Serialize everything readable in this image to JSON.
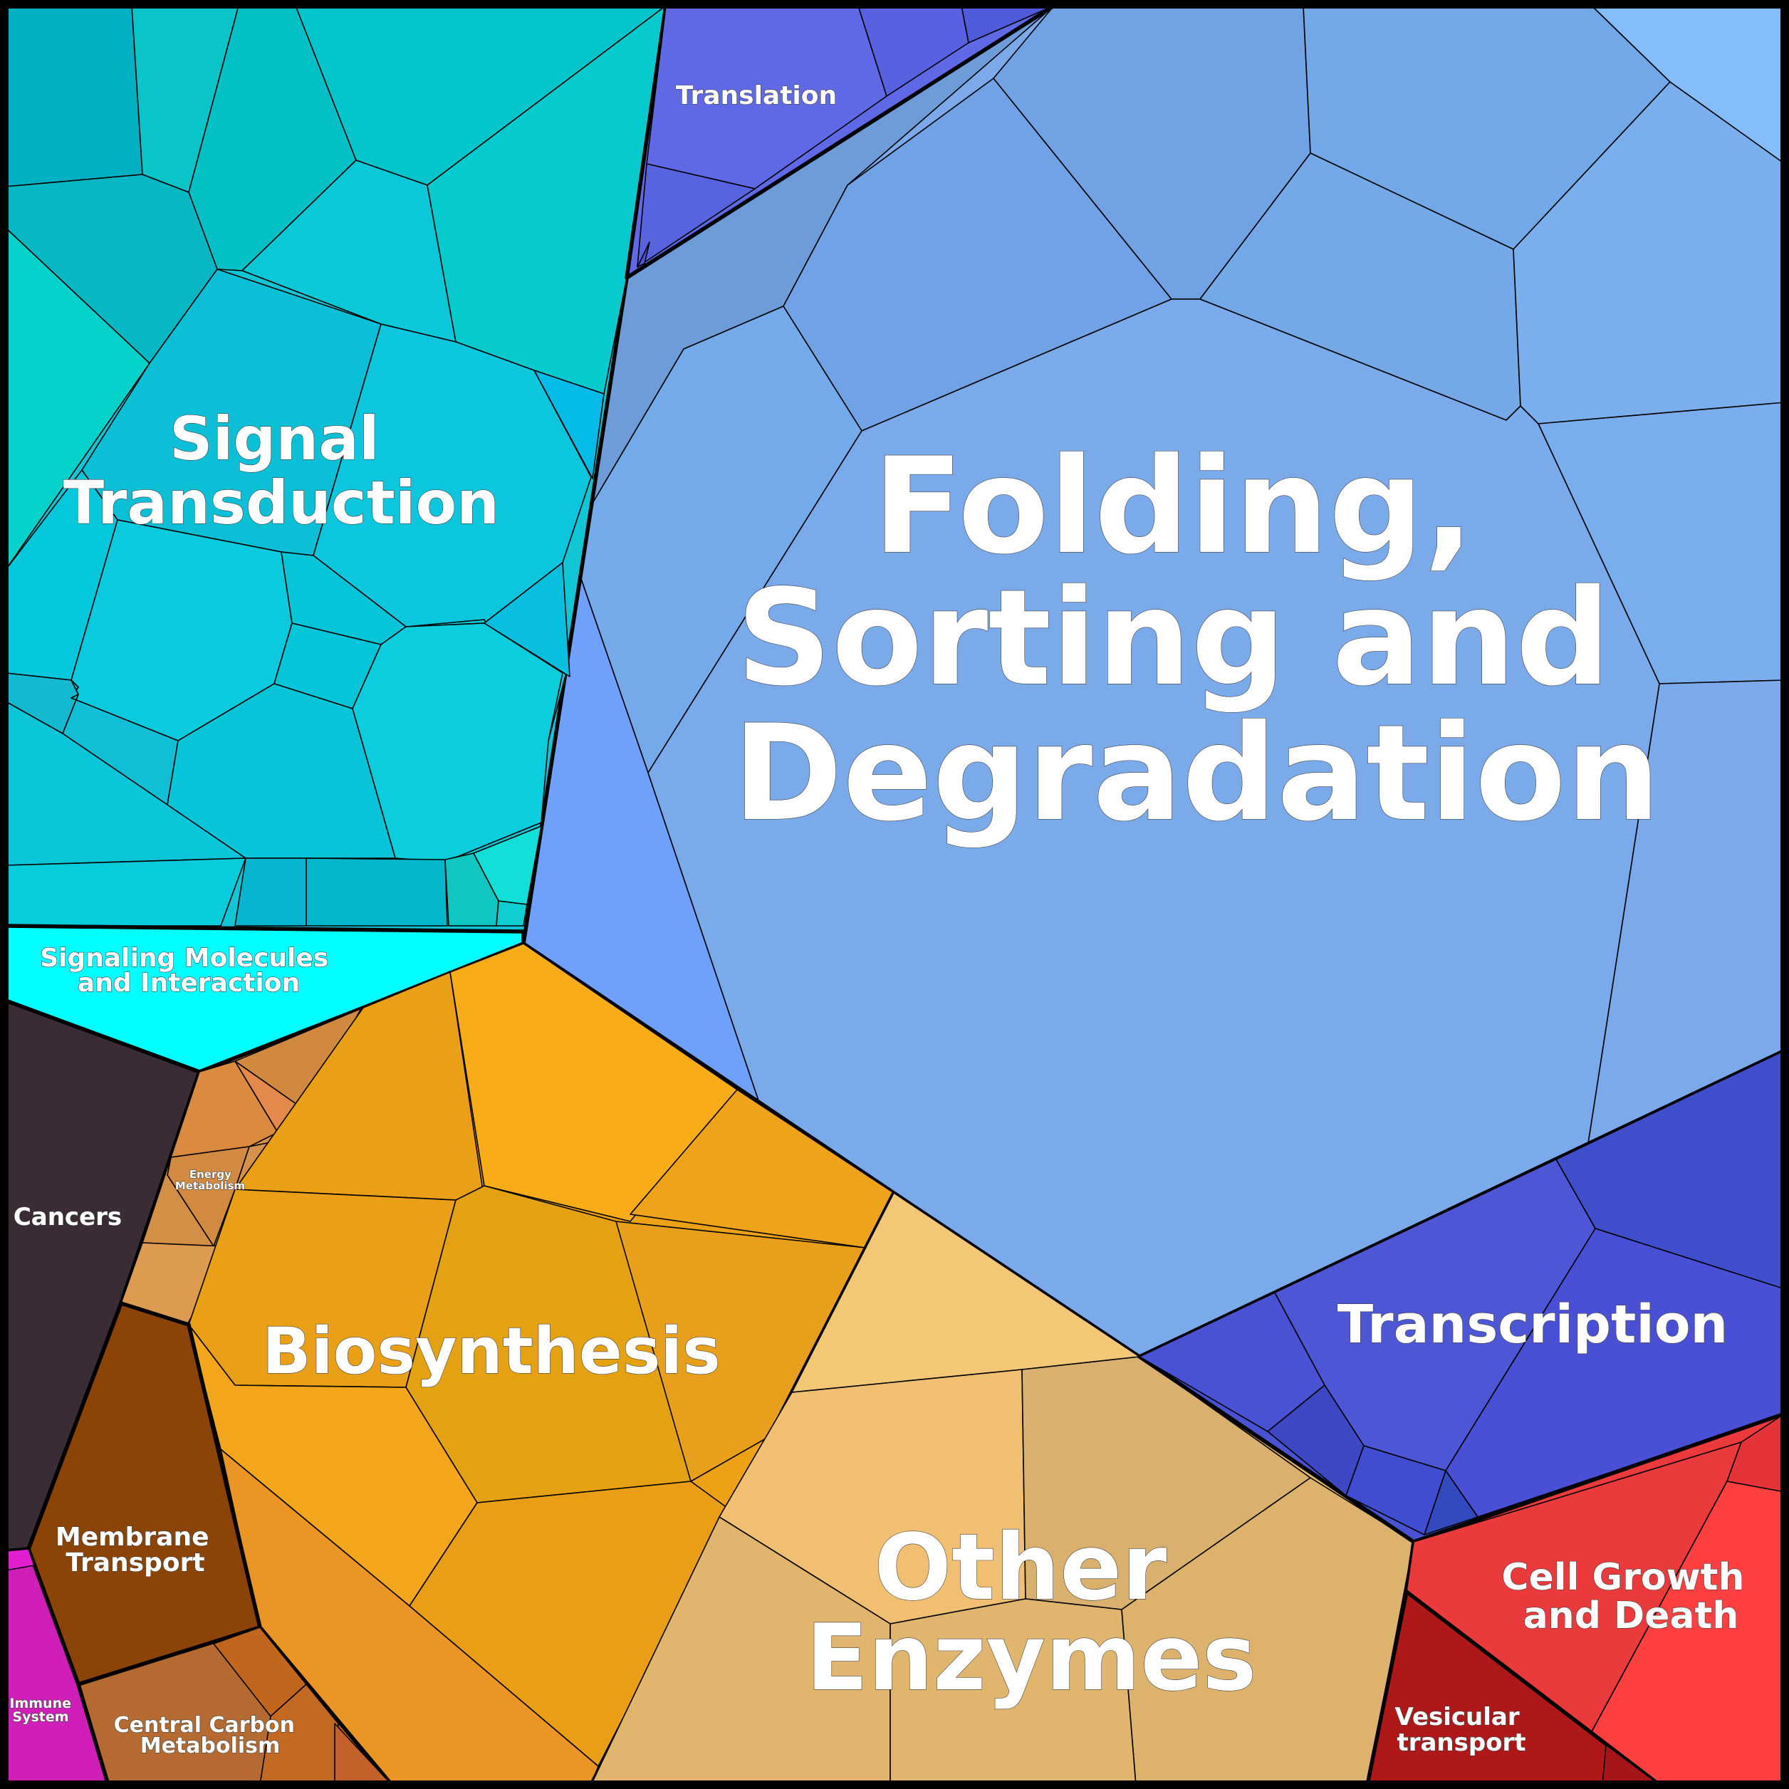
{
  "diagram": {
    "type": "voronoi-treemap",
    "regions": [
      {
        "key": "signal",
        "lines": [
          "Signal",
          "Transduction"
        ],
        "color": "#11C6D4"
      },
      {
        "key": "folding",
        "lines": [
          "Folding,",
          "Sorting and",
          "Degradation"
        ],
        "color": "#7BA9EA"
      },
      {
        "key": "translation",
        "lines": [
          "Translation"
        ],
        "color": "#5F69E6"
      },
      {
        "key": "signaling_molecules",
        "lines": [
          "Signaling Molecules",
          "and Interaction"
        ],
        "color": "#00FFFF"
      },
      {
        "key": "cancers",
        "lines": [
          "Cancers"
        ],
        "color": "#3A2C35"
      },
      {
        "key": "energy",
        "lines": [
          "Energy",
          "Metabolism"
        ],
        "color": "#D9904A"
      },
      {
        "key": "biosynthesis",
        "lines": [
          "Biosynthesis"
        ],
        "color": "#EDA216"
      },
      {
        "key": "membrane",
        "lines": [
          "Membrane",
          "Transport"
        ],
        "color": "#8C4306"
      },
      {
        "key": "immune",
        "lines": [
          "Immune",
          "System"
        ],
        "color": "#D01EB8"
      },
      {
        "key": "central_carbon",
        "lines": [
          "Central Carbon",
          "Metabolism"
        ],
        "color": "#B46A30"
      },
      {
        "key": "other_enzymes",
        "lines": [
          "Other",
          "Enzymes"
        ],
        "color": "#E0B46C"
      },
      {
        "key": "transcription",
        "lines": [
          "Transcription"
        ],
        "color": "#4A52D4"
      },
      {
        "key": "cell_growth",
        "lines": [
          "Cell Growth",
          "and Death"
        ],
        "color": "#EA3A3C"
      },
      {
        "key": "vesicular",
        "lines": [
          "Vesicular",
          "transport"
        ],
        "color": "#AE1818"
      }
    ]
  }
}
